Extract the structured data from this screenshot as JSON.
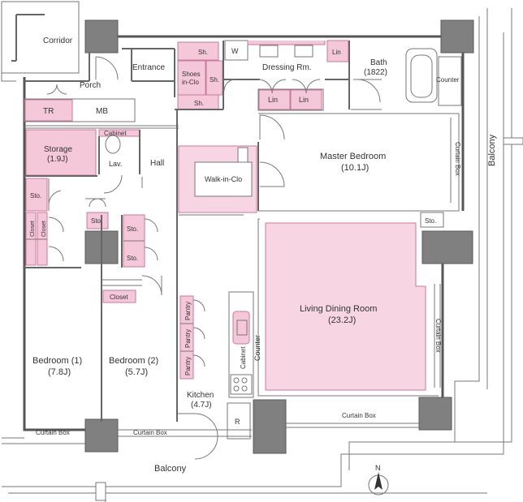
{
  "rooms": {
    "corridor": "Corridor",
    "entrance": "Entrance",
    "porch": "Porch",
    "tr": "TR",
    "mb": "MB",
    "sh_top": "Sh.",
    "w": "W",
    "dressing": "Dressing Rm.",
    "lin_top": "Lin",
    "bath_name": "Bath",
    "bath_size": "(1822)",
    "counter_bath": "Counter",
    "shoes_line1": "Shoes",
    "shoes_line2": "in-Clo",
    "sh_right": "Sh.",
    "sh_bottom": "Sh.",
    "lin_left": "Lin",
    "lin_right": "Lin",
    "storage_name": "Storage",
    "storage_size": "(1.9J)",
    "cabinet_hall": "Cabinet",
    "lav": "Lav.",
    "hall": "Hall",
    "master_name": "Master Bedroom",
    "master_size": "(10.1J)",
    "curtain_box_master": "Curtain Box",
    "walkin": "Walk-in-Clo",
    "sto_left": "Sto.",
    "sto_mid": "Sto.",
    "sto_a": "Sto.",
    "sto_b": "Sto.",
    "sto_living": "Sto.",
    "closet_a": "Closet",
    "closet_b": "Closet",
    "closet_bed2": "Closet",
    "living_name": "Living Dining Room",
    "living_size": "(23.2J)",
    "pantry_1": "Pantry",
    "pantry_2": "Pantry",
    "pantry_3": "Pantry",
    "cabinet_kitchen": "Cabinet",
    "counter_kitchen": "Counter",
    "curtain_box_living_side": "Curtain Box",
    "bed1_name": "Bedroom (1)",
    "bed1_size": "(7.8J)",
    "bed2_name": "Bedroom (2)",
    "bed2_size": "(5.7J)",
    "kitchen_name": "Kitchen",
    "kitchen_size": "(4.7J)",
    "fridge": "R",
    "curtain_box_bed1": "Curtain Box",
    "curtain_box_bed2": "Curtain Box",
    "curtain_box_living_bottom": "Curtain Box",
    "balcony_bottom": "Balcony",
    "balcony_right": "Balcony",
    "north": "N"
  },
  "colors": {
    "storage_fill": "#f4c7d9",
    "living_fill": "#f4c7d9",
    "column_fill": "#808080",
    "wall_stroke": "#555555"
  }
}
